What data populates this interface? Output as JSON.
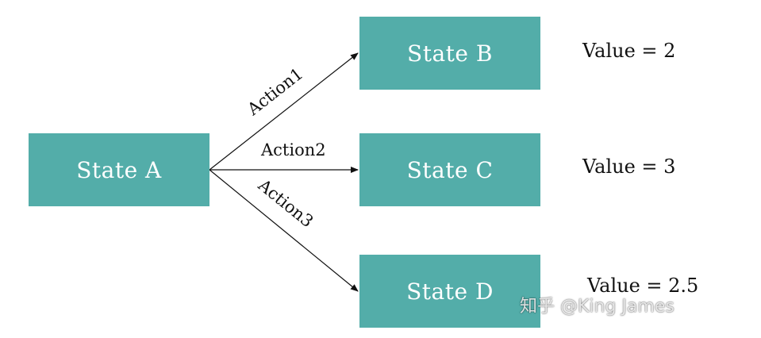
{
  "states": {
    "a": "State A",
    "b": "State B",
    "c": "State C",
    "d": "State D"
  },
  "actions": {
    "action1": "Action1",
    "action2": "Action2",
    "action3": "Action3"
  },
  "values": {
    "b": "Value = 2",
    "c": "Value = 3",
    "d": "Value = 2.5"
  },
  "watermark": "知乎 @King James",
  "colors": {
    "state_fill": "#53ada9",
    "state_text": "#ffffff",
    "arrow": "#111111"
  }
}
